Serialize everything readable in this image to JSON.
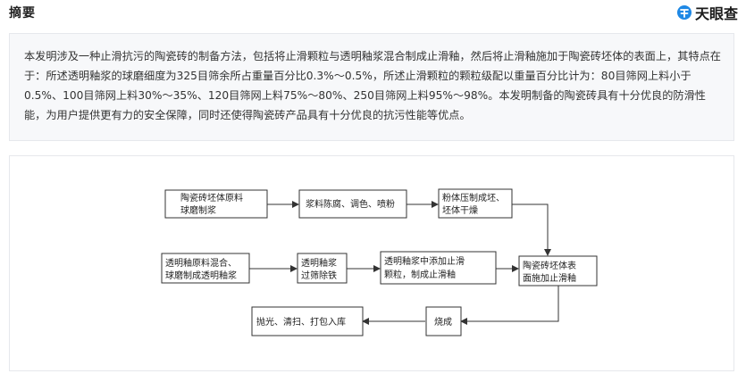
{
  "header": {
    "title": "摘要",
    "brand_name": "天眼查"
  },
  "colors": {
    "brand": "#1e88e5",
    "panel_bg": "#f7f8fa",
    "border": "#e6e8ec",
    "text": "#333333"
  },
  "abstract": {
    "text": "本发明涉及一种止滑抗污的陶瓷砖的制备方法，包括将止滑颗粒与透明釉浆混合制成止滑釉，然后将止滑釉施加于陶瓷砖坯体的表面上，其特点在于：所述透明釉浆的球磨细度为325目筛余所占重量百分比0.3%～0.5%，所述止滑颗粒的颗粒级配以重量百分比计为：80目筛网上料小于0.5%、100目筛网上料30%～35%、120目筛网上料75%～80%、250目筛网上料95%～98%。本发明制备的陶瓷砖具有十分优良的防滑性能，为用户提供更有力的安全保障，同时还使得陶瓷砖产品具有十分优良的抗污性能等优点。"
  },
  "flowchart": {
    "nodes": [
      {
        "id": "n1",
        "lines": [
          "陶瓷砖坯体原料",
          "球磨制浆"
        ]
      },
      {
        "id": "n2",
        "lines": [
          "浆料陈腐、调色、喷粉"
        ]
      },
      {
        "id": "n3",
        "lines": [
          "粉体压制成坯、",
          "坯体干燥"
        ]
      },
      {
        "id": "n4",
        "lines": [
          "透明釉原料混合、",
          "球磨制成透明釉浆"
        ]
      },
      {
        "id": "n5",
        "lines": [
          "透明釉浆",
          "过筛除铁"
        ]
      },
      {
        "id": "n6",
        "lines": [
          "透明釉浆中添加止滑",
          "颗粒，制成止滑釉"
        ]
      },
      {
        "id": "n7",
        "lines": [
          "陶瓷砖坯体表",
          "面施加止滑釉"
        ]
      },
      {
        "id": "n8",
        "lines": [
          "烧成"
        ]
      },
      {
        "id": "n9",
        "lines": [
          "抛光、清扫、打包入库"
        ]
      }
    ]
  }
}
